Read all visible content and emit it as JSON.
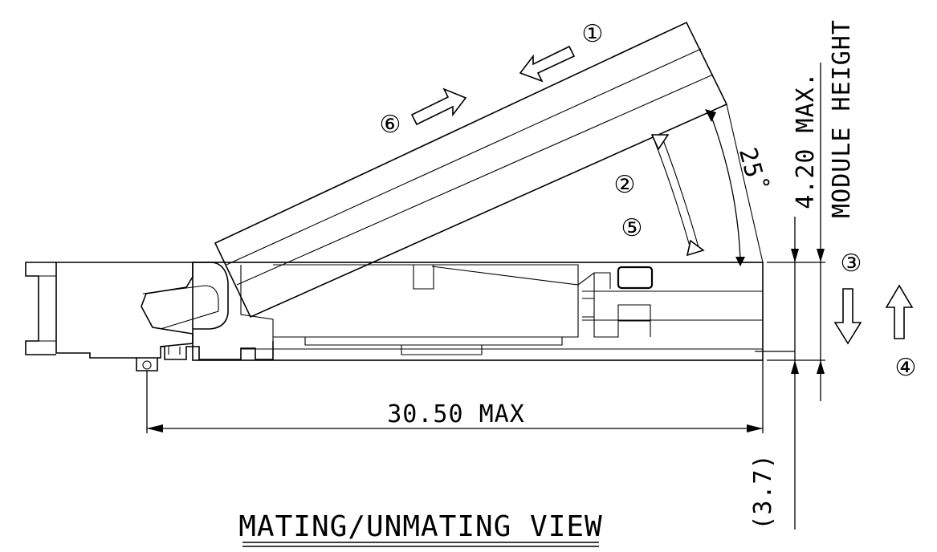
{
  "drawing": {
    "title": "MATING/UNMATING VIEW",
    "angle_label": "25˚",
    "length_label": "30.50 MAX",
    "height_label": "4.20 MAX.",
    "module_height_label": "MODULE HEIGHT",
    "offset_label": "(3.7)",
    "step_labels": [
      "①",
      "②",
      "③",
      "④",
      "⑤",
      "⑥"
    ]
  }
}
